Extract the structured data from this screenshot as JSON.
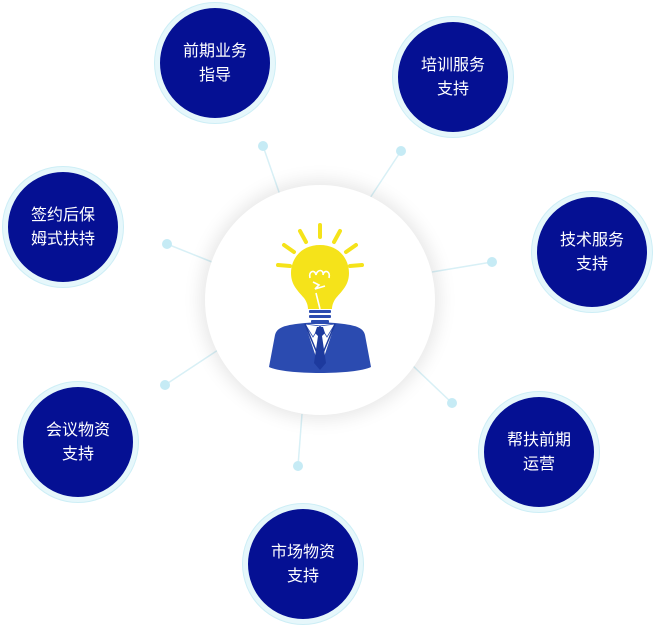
{
  "center": {
    "icon": "lightbulb-head-businessman-icon",
    "colors": {
      "bulb": "#f5e31a",
      "suit": "#2b4bb0",
      "shirt": "#ffffff",
      "tie": "#1d3a9e"
    }
  },
  "nodes": [
    {
      "line1": "前期业务",
      "line2": "指导"
    },
    {
      "line1": "培训服务",
      "line2": "支持"
    },
    {
      "line1": "技术服务",
      "line2": "支持"
    },
    {
      "line1": "帮扶前期",
      "line2": "运营"
    },
    {
      "line1": "市场物资",
      "line2": "支持"
    },
    {
      "line1": "会议物资",
      "line2": "支持"
    },
    {
      "line1": "签约后保",
      "line2": "姆式扶持"
    }
  ],
  "colors": {
    "node_fill": "#051093",
    "node_ring": "#e6f7fb",
    "connector": "#d8f0f6",
    "connector_dot": "#c6ebf5"
  }
}
